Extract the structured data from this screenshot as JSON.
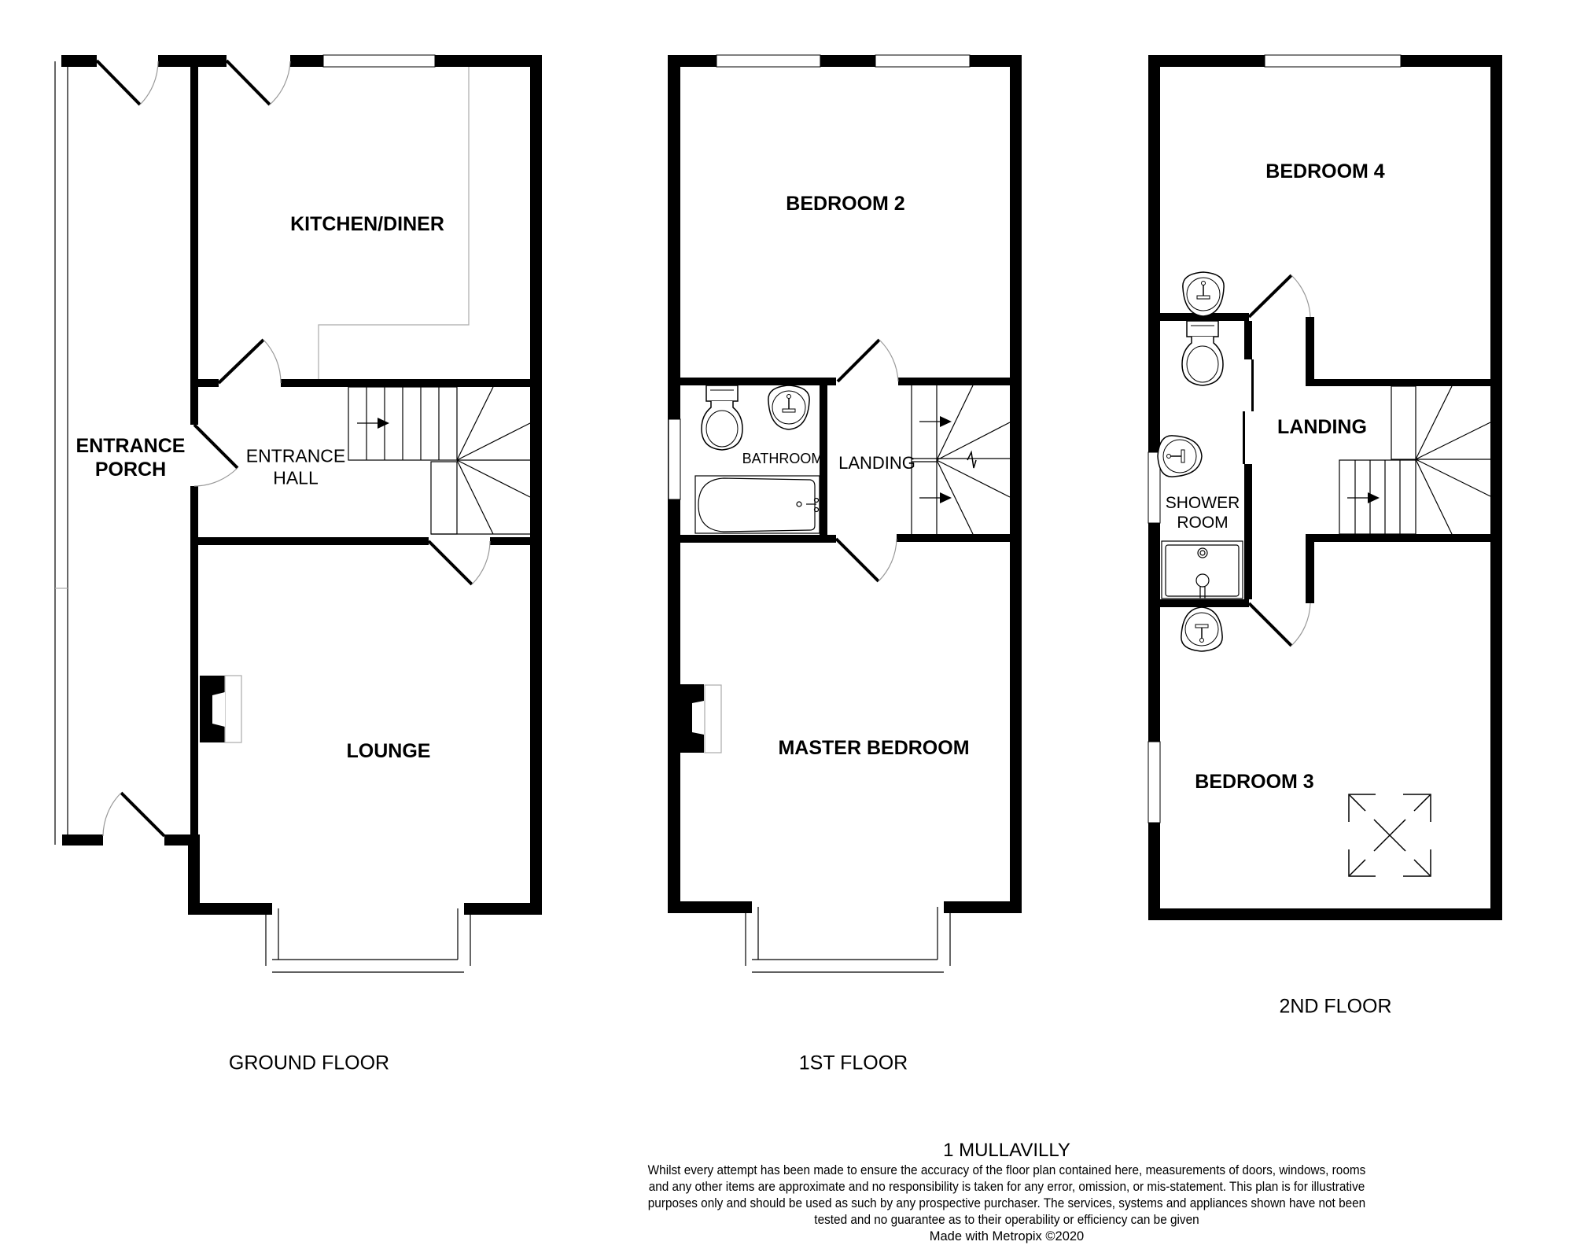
{
  "property": {
    "name": "1 MULLAVILLY"
  },
  "floors": [
    {
      "id": "ground",
      "label": "GROUND FLOOR",
      "rooms": [
        {
          "id": "entrance-porch",
          "label": "ENTRANCE\nPORCH"
        },
        {
          "id": "kitchen-diner",
          "label": "KITCHEN/DINER"
        },
        {
          "id": "entrance-hall",
          "label": "ENTRANCE\nHALL"
        },
        {
          "id": "lounge",
          "label": "LOUNGE"
        }
      ]
    },
    {
      "id": "first",
      "label": "1ST FLOOR",
      "rooms": [
        {
          "id": "bedroom-2",
          "label": "BEDROOM 2"
        },
        {
          "id": "bathroom",
          "label": "BATHROOM"
        },
        {
          "id": "landing",
          "label": "LANDING"
        },
        {
          "id": "master-bedroom",
          "label": "MASTER BEDROOM"
        }
      ]
    },
    {
      "id": "second",
      "label": "2ND FLOOR",
      "rooms": [
        {
          "id": "bedroom-4",
          "label": "BEDROOM 4"
        },
        {
          "id": "landing",
          "label": "LANDING"
        },
        {
          "id": "shower-room",
          "label": "SHOWER\nROOM"
        },
        {
          "id": "bedroom-3",
          "label": "BEDROOM 3"
        }
      ]
    }
  ],
  "footer": {
    "address": "1 MULLAVILLY",
    "disclaimer": "Whilst every attempt has been made to ensure the accuracy of the floor plan contained here, measurements of doors, windows, rooms and any other items are approximate and no responsibility is taken for any error, omission, or mis-statement. This plan is for illustrative purposes only and should be used as such by any prospective purchaser. The services, systems and appliances shown have not been tested and no guarantee as to their operability or efficiency can be given",
    "credit": "Made with Metropix ©2020"
  },
  "colors": {
    "wall": "#000000",
    "background": "#ffffff",
    "door_arc": "#9a9a9a",
    "worktop_line": "#aaaaaa"
  }
}
